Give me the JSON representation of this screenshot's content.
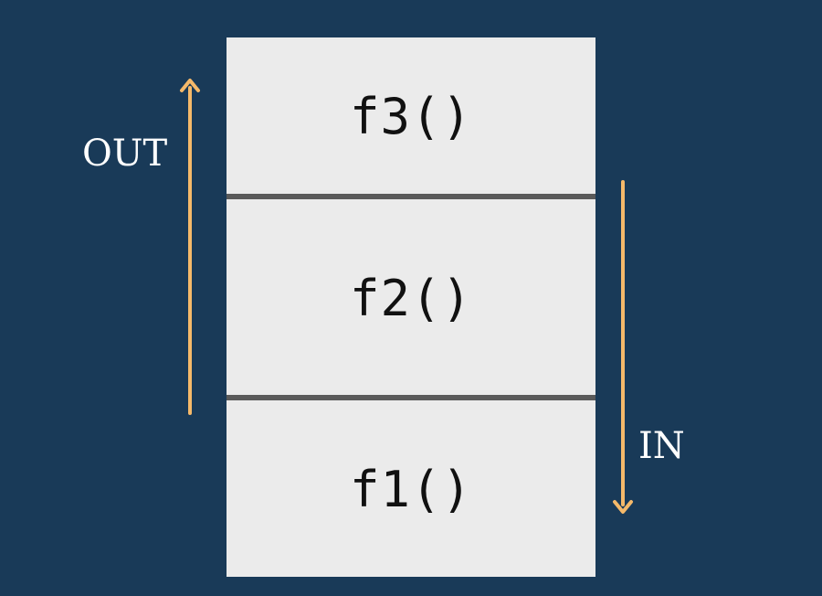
{
  "stack": {
    "frames": [
      {
        "label": "f3()"
      },
      {
        "label": "f2()"
      },
      {
        "label": "f1()"
      }
    ]
  },
  "arrows": {
    "out_label": "OUT",
    "in_label": "IN",
    "color": "#f5b96a"
  },
  "colors": {
    "background": "#193a58",
    "frame_fill": "#ebebeb",
    "divider": "#5a5a5a"
  }
}
